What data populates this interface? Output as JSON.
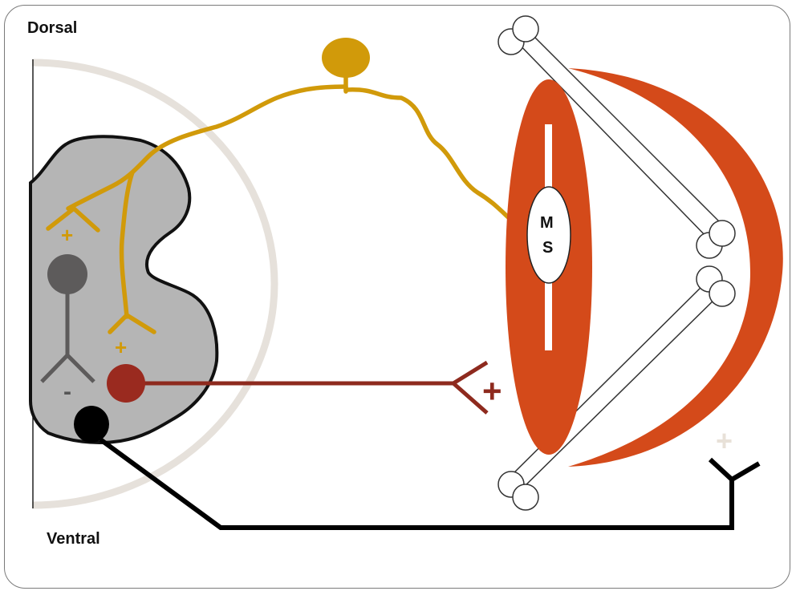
{
  "labels": {
    "dorsal": "Dorsal",
    "ventral": "Ventral",
    "spindle_m": "M",
    "spindle_s": "S"
  },
  "signs": {
    "sensory_to_interneuron": "+",
    "sensory_to_motor": "+",
    "interneuron_inhibitory": "-",
    "motor_to_muscle": "+",
    "gamma_to_spindle": "+"
  },
  "colors": {
    "sensory_neuron": "#d19a0a",
    "alpha_motor_neuron": "#8e2a1e",
    "interneuron": "#5d5b5b",
    "gamma_motor_neuron": "#000000",
    "muscle": "#d44a1a",
    "grey_matter": "#b5b5b5",
    "spinal_cord_outline": "#e6e1db"
  }
}
